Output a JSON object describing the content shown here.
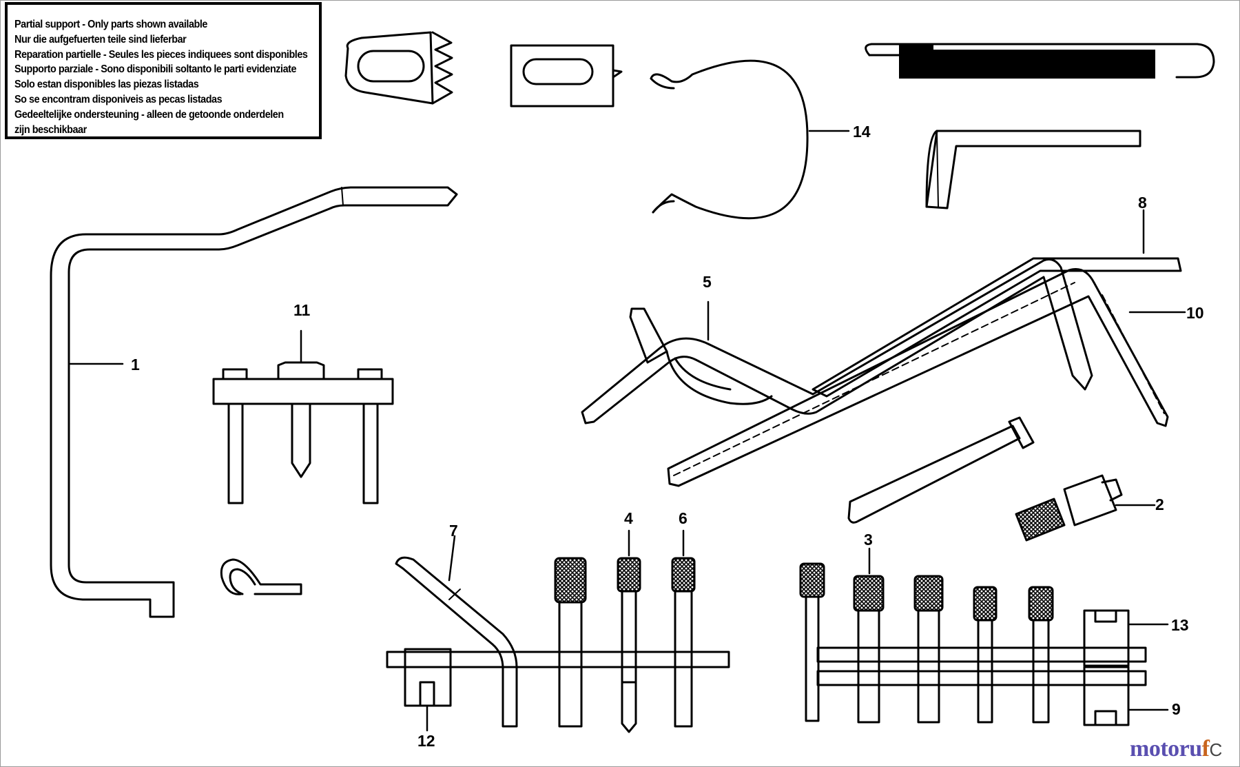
{
  "notice": {
    "lines": [
      "Partial support - Only parts shown available",
      "Nur die aufgefuerten teile sind lieferbar",
      "Reparation partielle - Seules les pieces indiquees sont disponibles",
      "Supporto parziale - Sono disponibili soltanto le parti evidenziate",
      "Solo estan disponibles las piezas listadas",
      "So se encontram disponiveis as pecas listadas",
      "Gedeeltelijke ondersteuning - alleen de getoonde onderdelen",
      "zijn beschikbaar"
    ]
  },
  "callouts": {
    "c1": "1",
    "c2": "2",
    "c3": "3",
    "c4": "4",
    "c5": "5",
    "c6": "6",
    "c7": "7",
    "c8": "8",
    "c9": "9",
    "c10": "10",
    "c11": "11",
    "c12": "12",
    "c13": "13",
    "c14": "14"
  },
  "watermark": {
    "part1": "motoru",
    "part2": "f",
    "part3": "C"
  },
  "colors": {
    "line": "#000000",
    "watermark_blue": "#5a4fb0",
    "watermark_orange": "#c8641e"
  }
}
